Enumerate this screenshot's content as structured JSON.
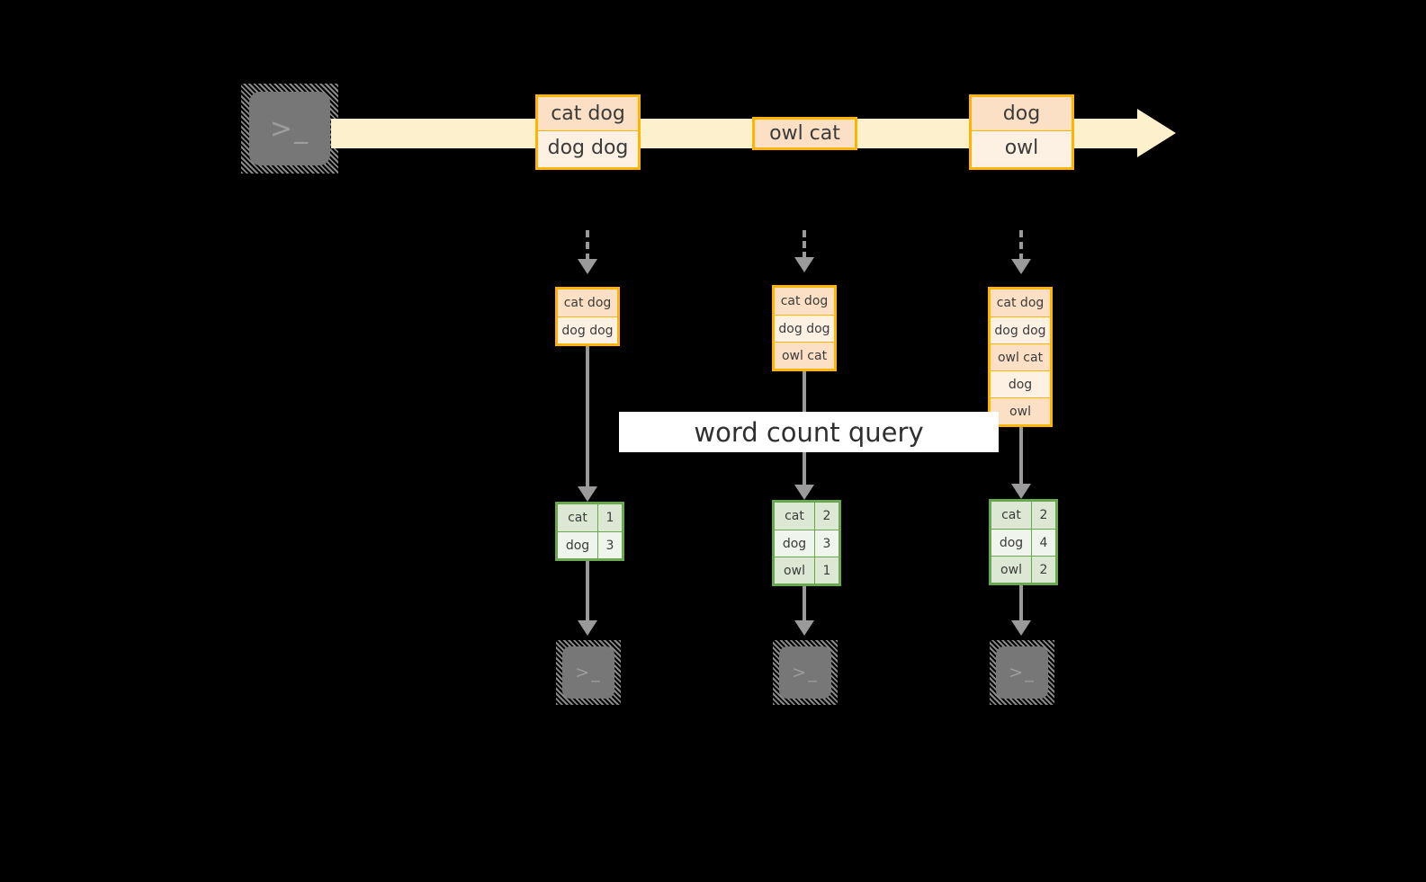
{
  "diagram": {
    "title": "word count query stream processing diagram",
    "colors": {
      "background": "#000000",
      "stream_fill": "#fdf0cc",
      "record_border": "#ffb400",
      "record_fill_dark": "#fbe0c5",
      "record_fill_light": "#fdf1e4",
      "result_border": "#6aa84f",
      "result_fill_dark": "#dce8d3",
      "result_fill_light": "#eff4ec",
      "arrow_gray": "#9a9a9a",
      "terminal_gray": "#777777",
      "banner_fill": "#ffffff"
    },
    "source": {
      "icon": "terminal-prompt-icon",
      "glyph": ">_"
    },
    "stream_arrow": {
      "icon": "stream-arrow-icon",
      "direction": "right"
    },
    "stream_records": [
      {
        "id": "batch-1",
        "lines": [
          {
            "text": "cat dog",
            "shade": "dark"
          },
          {
            "text": "dog dog",
            "shade": "light"
          }
        ]
      },
      {
        "id": "batch-2",
        "lines": [
          {
            "text": "owl cat",
            "shade": "dark"
          }
        ]
      },
      {
        "id": "batch-3",
        "lines": [
          {
            "text": "dog",
            "shade": "dark"
          },
          {
            "text": "owl",
            "shade": "light"
          }
        ]
      }
    ],
    "banner": {
      "label": "word count query"
    },
    "snapshots": [
      {
        "id": "snapshot-1",
        "input_lines": [
          {
            "text": "cat dog",
            "shade": "dark"
          },
          {
            "text": "dog dog",
            "shade": "light"
          }
        ],
        "result_header": null,
        "result_rows": [
          {
            "word": "cat",
            "count": "1",
            "shade": "dark"
          },
          {
            "word": "dog",
            "count": "3",
            "shade": "light"
          }
        ],
        "sink_glyph": ">_"
      },
      {
        "id": "snapshot-2",
        "input_lines": [
          {
            "text": "cat dog",
            "shade": "dark"
          },
          {
            "text": "dog dog",
            "shade": "light"
          },
          {
            "text": "owl cat",
            "shade": "dark"
          }
        ],
        "result_header": null,
        "result_rows": [
          {
            "word": "cat",
            "count": "2",
            "shade": "dark"
          },
          {
            "word": "dog",
            "count": "3",
            "shade": "light"
          },
          {
            "word": "owl",
            "count": "1",
            "shade": "dark"
          }
        ],
        "sink_glyph": ">_"
      },
      {
        "id": "snapshot-3",
        "input_lines": [
          {
            "text": "cat dog",
            "shade": "dark"
          },
          {
            "text": "dog dog",
            "shade": "light"
          },
          {
            "text": "owl cat",
            "shade": "dark"
          },
          {
            "text": "dog",
            "shade": "light"
          },
          {
            "text": "owl",
            "shade": "dark"
          }
        ],
        "result_header": null,
        "result_rows": [
          {
            "word": "cat",
            "count": "2",
            "shade": "dark"
          },
          {
            "word": "dog",
            "count": "4",
            "shade": "light"
          },
          {
            "word": "owl",
            "count": "2",
            "shade": "dark"
          }
        ],
        "sink_glyph": ">_"
      }
    ]
  }
}
